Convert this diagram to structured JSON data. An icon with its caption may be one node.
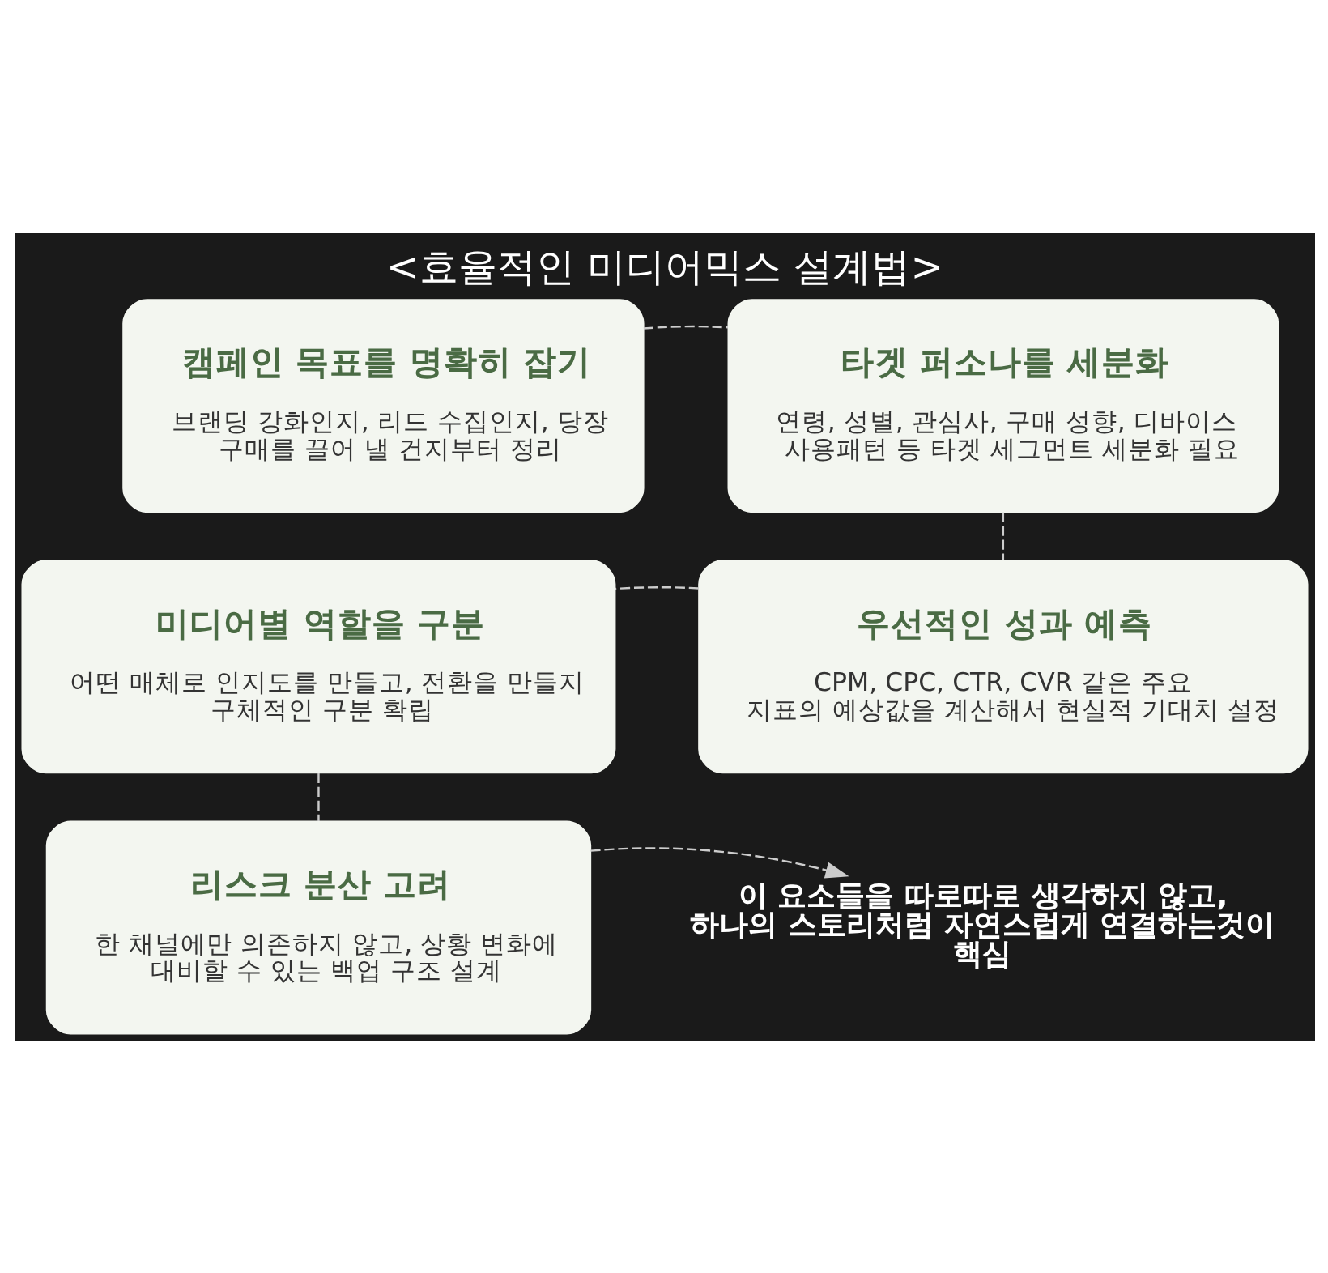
{
  "diagram": {
    "title": "<효율적인 미디어믹스 설계법>",
    "nodes": [
      {
        "text": [
          "캠페인 목표를 명확히 잡기",
          "브랜딩 강화인지, 리드 수집인지, 당장 구매를 끌어 낼 건지부터 정리"
        ]
      },
      {
        "text": [
          "타겟 퍼소나를 세분화",
          "연령, 성별, 관심사, 구매 성향, 디바이스 사용패턴 등 타겟 세그먼트 세분화 필요"
        ]
      },
      {
        "text": [
          "미디어별 역할을 구분",
          "어떤 매체로 인지도를 만들고, 전환을 만들지 구체적인 구분 확립"
        ]
      },
      {
        "text": [
          "우선적인 성과 예측",
          "CPM, CPC, CTR, CVR 같은 주요 지표의 예상값을 계산해서 현실적 기대치 설정"
        ]
      },
      {
        "text": [
          "리스크 분산 고려",
          "한 채널에만 의존하지 않고, 상황 변화에 대비할 수 있는 백업 구조 설계"
        ]
      },
      {
        "text": [
          "이 요소들을 따로따로 생각하지 않고, 하나의 스토리처럼 자연스럽게 연결하는것이 핵심"
        ]
      }
    ],
    "edges": [
      {
        "from": 0,
        "to": 1,
        "arrow": "none",
        "style": "dashed"
      },
      {
        "from": 1,
        "to": 3,
        "arrow": "none",
        "style": "dashed"
      },
      {
        "from": 3,
        "to": 2,
        "arrow": "none",
        "style": "dashed"
      },
      {
        "from": 2,
        "to": 4,
        "arrow": "none",
        "style": "dashed"
      },
      {
        "from": 4,
        "to": 5,
        "arrow": "to",
        "style": "dashed"
      }
    ]
  }
}
